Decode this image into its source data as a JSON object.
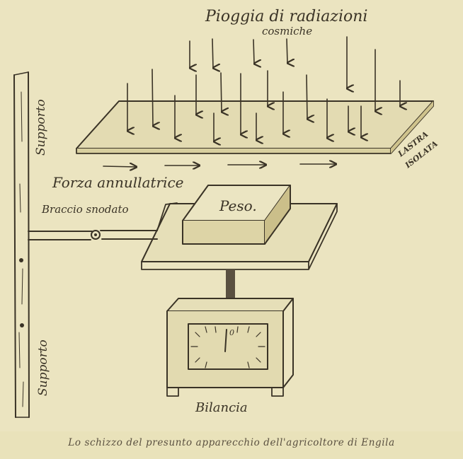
{
  "labels": {
    "rain_line1": "Pioggia di radiazioni",
    "rain_line2": "cosmiche",
    "plate_line1": "LASTRA",
    "plate_line2": "ISOLATA",
    "force": "Forza annullatrice",
    "arm": "Braccio snodato",
    "weight": "Peso.",
    "support_top": "Supporto",
    "support_bottom": "Supporto",
    "scale": "Bilancia"
  },
  "caption": "Lo schizzo del presunto apparecchio dell'agricoltore di Engila"
}
